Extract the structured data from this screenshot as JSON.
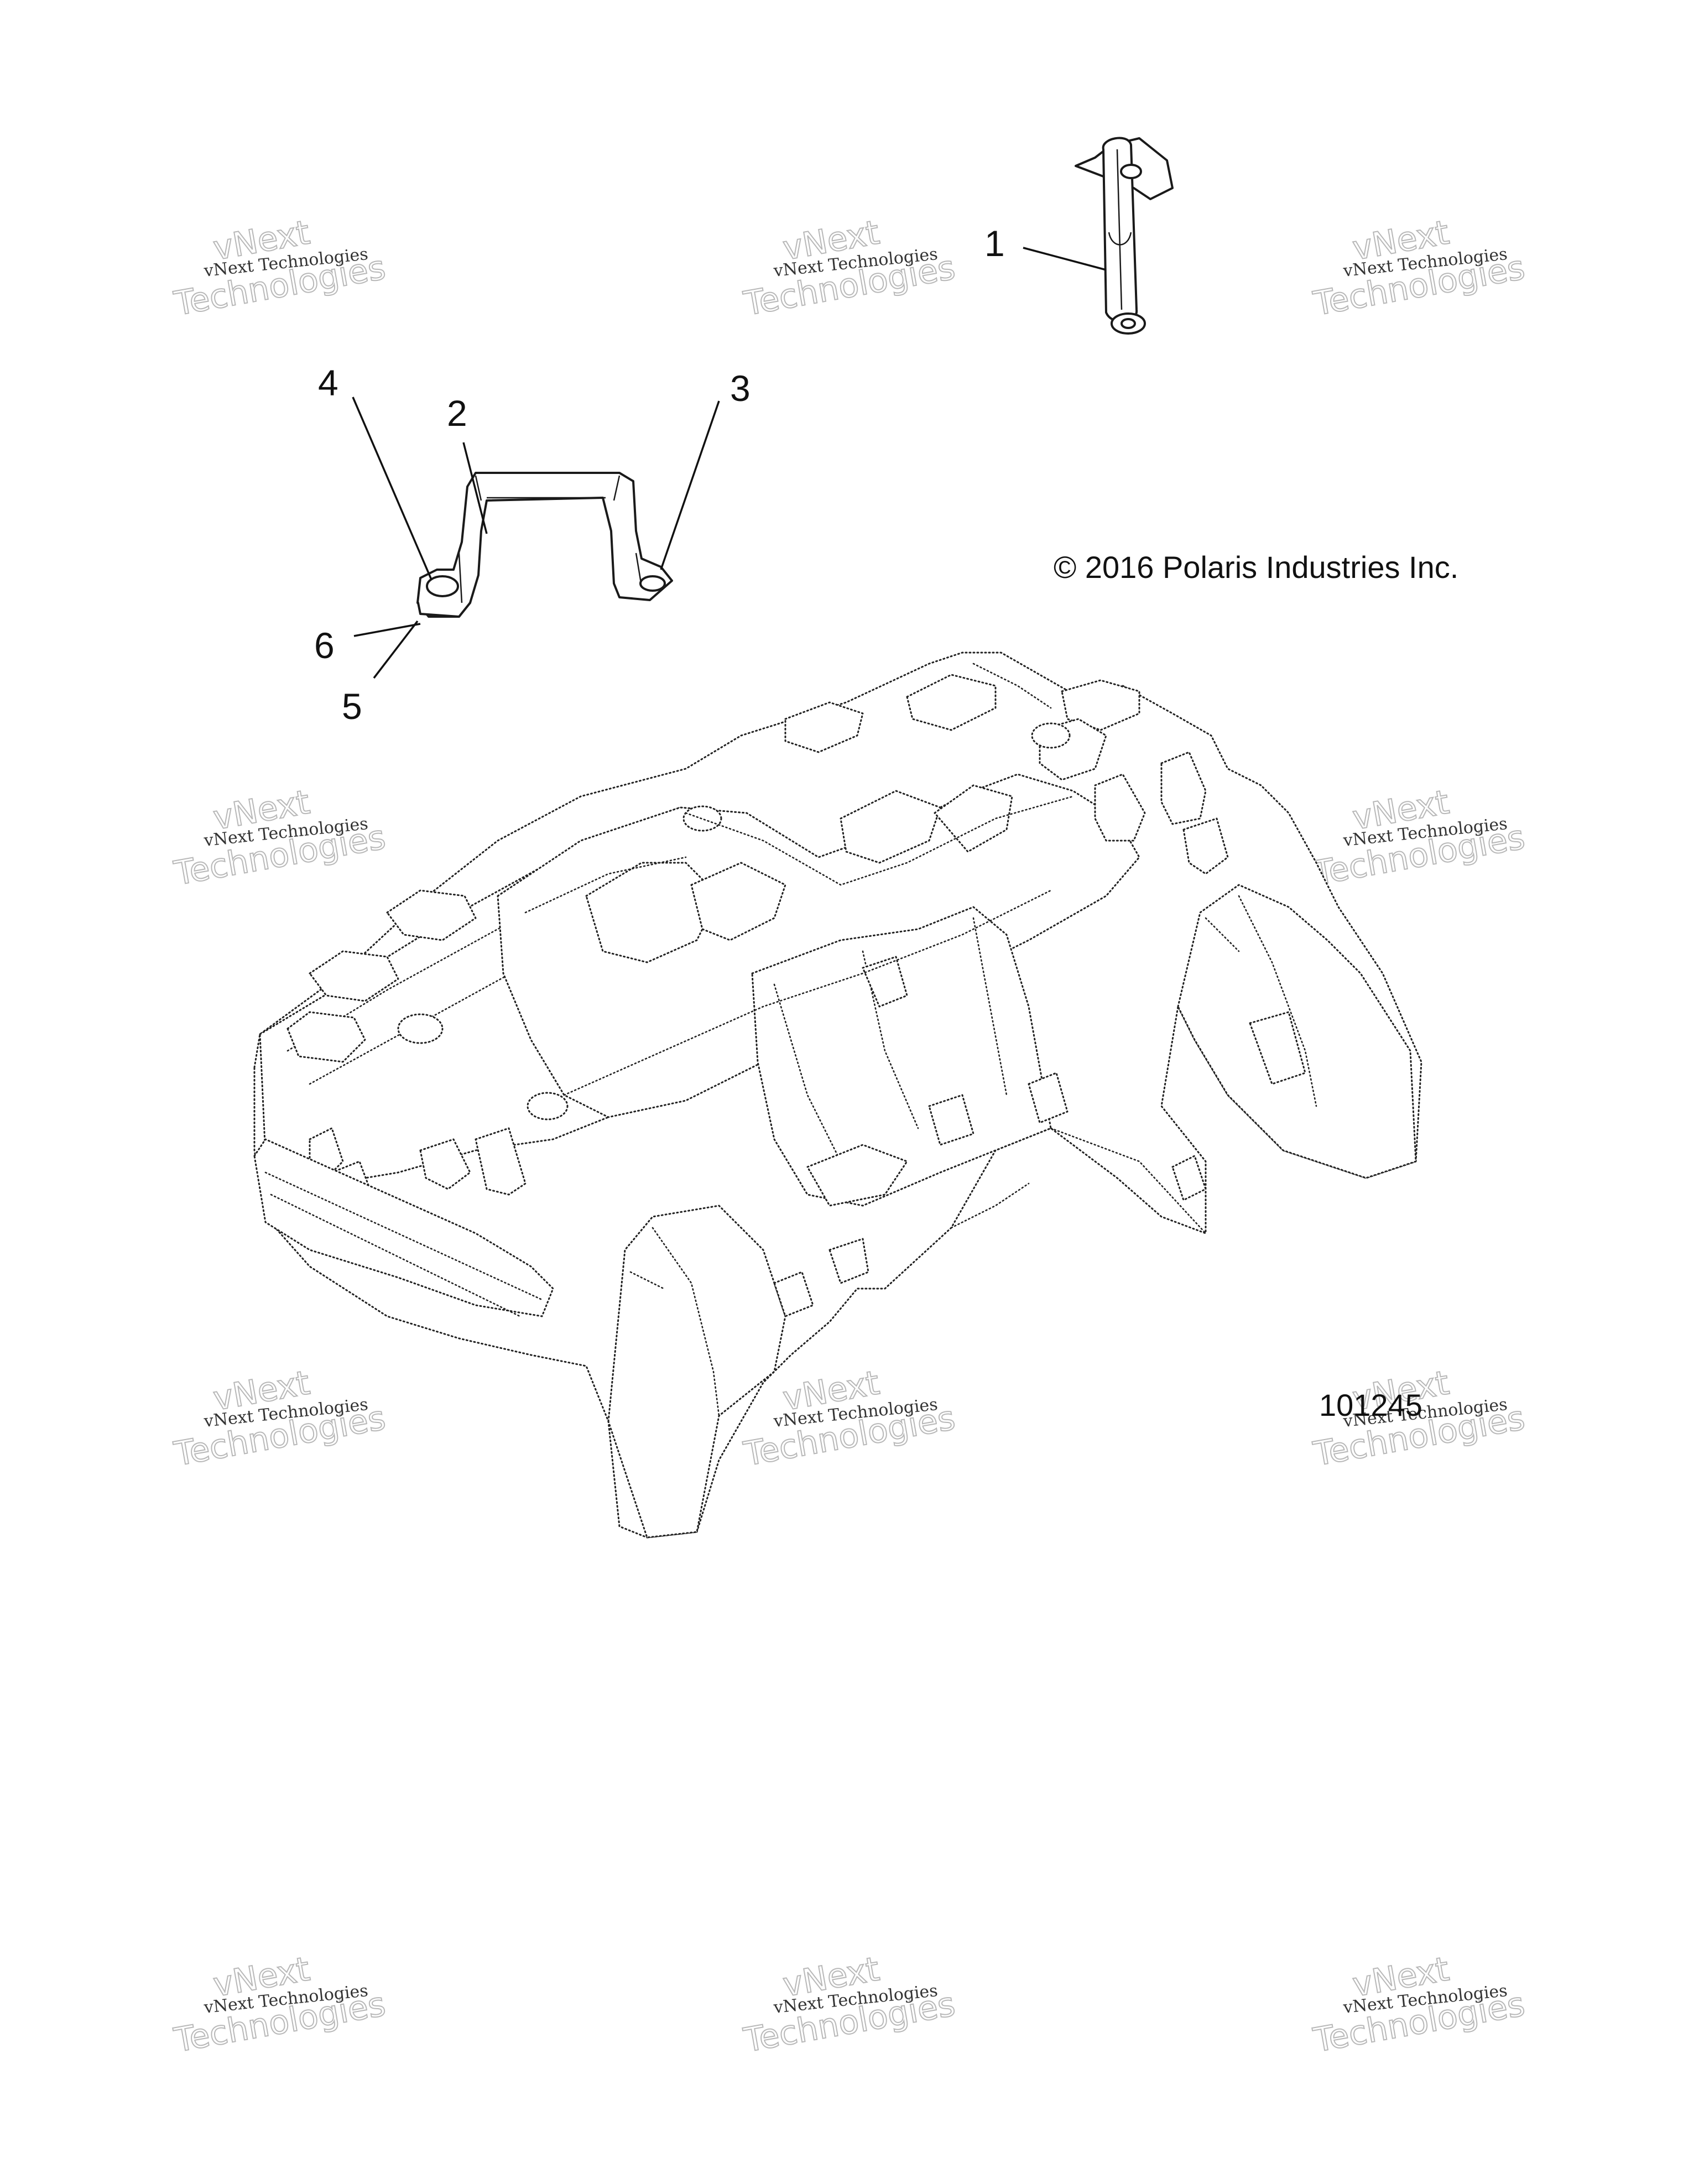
{
  "copyright": "© 2016 Polaris Industries Inc.",
  "figure_number": "101245",
  "callouts": [
    {
      "label": "1"
    },
    {
      "label": "2"
    },
    {
      "label": "3"
    },
    {
      "label": "4"
    },
    {
      "label": "5"
    },
    {
      "label": "6"
    }
  ],
  "watermark": {
    "line_small": "vNext Technologies",
    "line_big_1": "vNext",
    "line_big_2": "Technologies"
  }
}
